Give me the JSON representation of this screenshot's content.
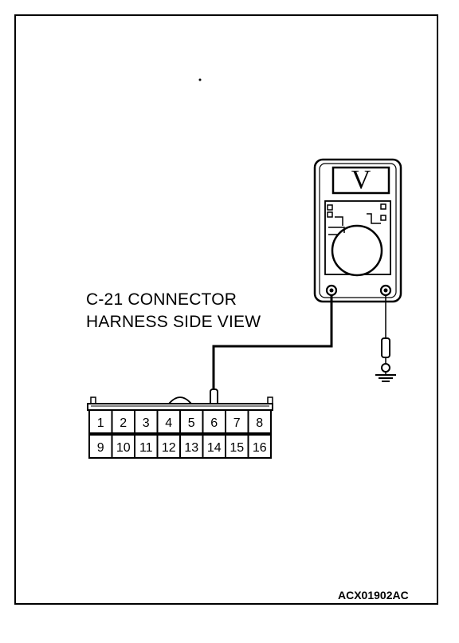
{
  "connector": {
    "label_line1": "C-21 CONNECTOR",
    "label_line2": "HARNESS SIDE VIEW",
    "top_row": [
      "1",
      "2",
      "3",
      "4",
      "5",
      "6",
      "7",
      "8"
    ],
    "bottom_row": [
      "9",
      "10",
      "11",
      "12",
      "13",
      "14",
      "15",
      "16"
    ]
  },
  "meter": {
    "unit": "V"
  },
  "figure_code": "ACX01902AC"
}
